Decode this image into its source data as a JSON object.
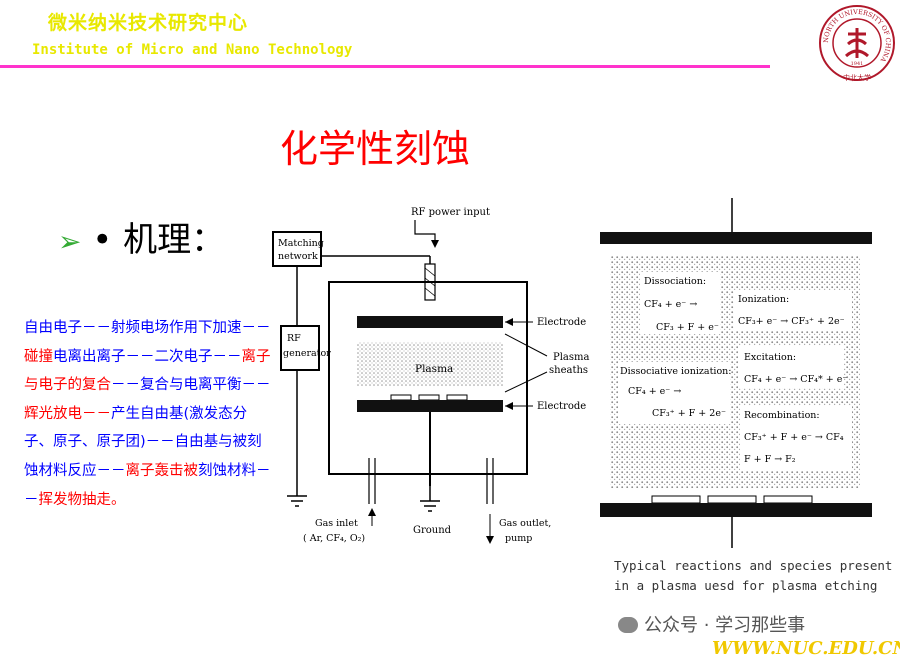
{
  "header": {
    "institute_cn": "微米纳米技术研究中心",
    "institute_en": "Institute of Micro and Nano Technology",
    "rule_color": "#ff33cc",
    "text_color": "#e8e800"
  },
  "logo": {
    "ring_text": "NORTH UNIVERSITY OF CHINA",
    "year": "1941",
    "signature": "中北大学",
    "color": "#b0182a"
  },
  "slide": {
    "title": "化学性刻蚀",
    "title_color": "#ff0000",
    "bullet_arrow": "➢",
    "bullet_dot": "•",
    "bullet_text": "机理："
  },
  "mechanism": [
    {
      "text": "自由电子－－射频电场作用下加速－－",
      "color": "#0000ff"
    },
    {
      "text": "碰撞",
      "color": "#ff0000"
    },
    {
      "text": "电离出离子－－二次电子－－",
      "color": "#0000ff"
    },
    {
      "text": "离子与电子的",
      "color": "#ff0000"
    },
    {
      "text": "复合",
      "color": "#ff0000"
    },
    {
      "text": "－－复合与电离平衡－－",
      "color": "#0000ff"
    },
    {
      "text": "辉光放电－－",
      "color": "#ff0000"
    },
    {
      "text": "产生自由基(激发态分子、原子、原子团)－",
      "color": "#0000ff"
    },
    {
      "text": "－自由基与被刻蚀材料反应－－",
      "color": "#0000ff"
    },
    {
      "text": "离子轰击被",
      "color": "#ff0000"
    },
    {
      "text": "刻蚀材料－－",
      "color": "#0000ff"
    },
    {
      "text": "挥发物抽走。",
      "color": "#ff0000"
    }
  ],
  "figure_left": {
    "rf_power_input": "RF power input",
    "matching_network": [
      "Matching",
      "network"
    ],
    "rf_generator": [
      "RF",
      "generator"
    ],
    "electrode_top": "Electrode",
    "electrode_bottom": "Electrode",
    "plasma": "Plasma",
    "plasma_sheaths": [
      "Plasma",
      "sheaths"
    ],
    "gas_inlet": [
      "Gas inlet",
      "( Ar, CF₄, O₂)"
    ],
    "ground": "Ground",
    "gas_outlet": [
      "Gas outlet,",
      "pump"
    ]
  },
  "figure_right": {
    "dissociation": {
      "title": "Dissociation:",
      "lines": [
        "CF₄ + e⁻ →",
        "CF₃ + F + e⁻"
      ]
    },
    "ionization": {
      "title": "Ionization:",
      "lines": [
        "CF₃+ e⁻ → CF₃⁺ + 2e⁻"
      ]
    },
    "excitation": {
      "title": "Excitation:",
      "lines": [
        "CF₄ + e⁻ → CF₄* + e⁻"
      ]
    },
    "dissociative_ionization": {
      "title": "Dissociative ionization:",
      "lines": [
        "CF₄ + e⁻ →",
        "CF₃⁺ + F + 2e⁻"
      ]
    },
    "recombination": {
      "title": "Recombination:",
      "lines": [
        "CF₃⁺ + F + e⁻ → CF₄",
        "F + F → F₂"
      ]
    }
  },
  "caption": [
    "Typical reactions and species present",
    "in a plasma uesd for plasma etching"
  ],
  "watermark": "公众号 · 学习那些事",
  "url": "WWW.NUC.EDU.CN"
}
